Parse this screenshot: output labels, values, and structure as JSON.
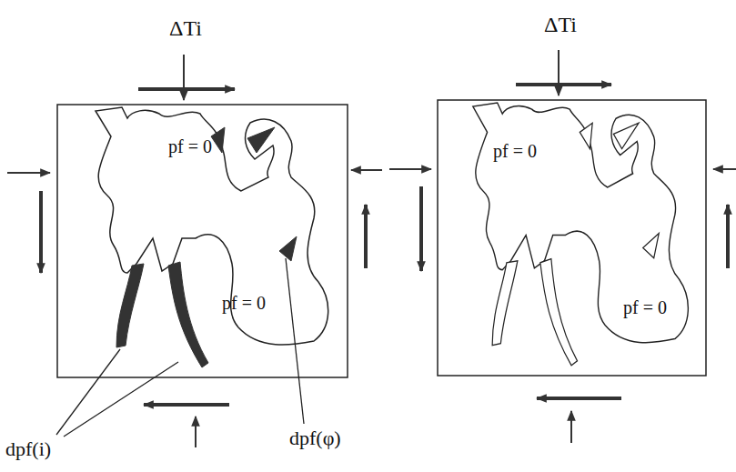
{
  "diagram": {
    "labels": [
      "ΔTi",
      "ΔTi",
      "pf = 0",
      "pf = 0",
      "pf = 0",
      "pf = 0",
      "dpf(i)",
      "dpf(φ)"
    ]
  }
}
